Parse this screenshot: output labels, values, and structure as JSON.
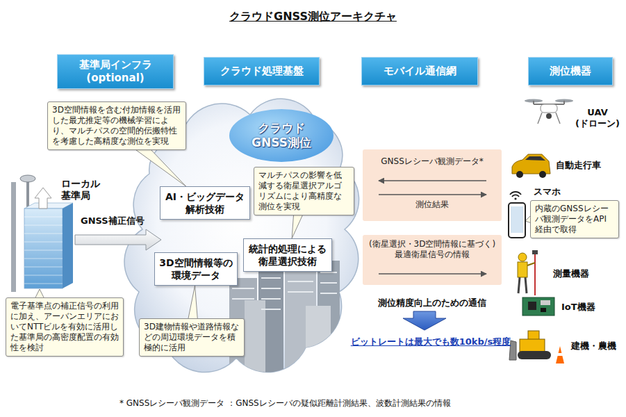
{
  "diagram": {
    "title": "クラウドGNSS測位アーキクチャ",
    "nodes": [
      {
        "text": [
          "基準局インフラ (optional)"
        ]
      },
      {
        "text": [
          "クラウド処理基盤"
        ]
      },
      {
        "text": [
          "モバイル通信網"
        ]
      },
      {
        "text": [
          "測位機器"
        ]
      },
      {
        "text": [
          "3D空間情報を含む付加情報を活用した最尤推定等の機械学習により、マルチパスの空間的伝搬特性を考慮した高精度な測位を実現"
        ]
      },
      {
        "text": [
          "クラウド GNSS測位"
        ]
      },
      {
        "text": [
          "AI・ビッグデータ解析技術"
        ],
        "in": 5
      },
      {
        "text": [
          "マルチパスの影響を低減する衛星選択アルゴリズムにより高精度な測位を実現"
        ],
        "in": 5
      },
      {
        "text": [
          "3D空間情報等の環境データ"
        ],
        "in": 5
      },
      {
        "text": [
          "統計的処理による衛星選択技術"
        ],
        "in": 5
      },
      {
        "text": [
          "GNSSレシーバ観測データ*",
          "測位結果"
        ]
      },
      {
        "text": [
          "(衛星選択・3D空間情報に基づく) 最適衛星信号の情報"
        ]
      },
      {
        "text": [
          "内蔵のGNSSレシーバ観測データをAPI経由で取得"
        ]
      },
      {
        "text": [
          "電子基準点の補正信号の利用に加え、アーバンエリアにおいてNTTビルを有効に活用した基準局の高密度配置の有効性を検討"
        ]
      },
      {
        "text": [
          "3D建物情報や道路情報などの周辺環境データを積極的に活用"
        ]
      }
    ],
    "edges": [
      {
        "from": 4,
        "to": 6,
        "arrow": "none"
      },
      {
        "from": 7,
        "to": 9,
        "arrow": "none"
      },
      {
        "from": 14,
        "to": 8,
        "arrow": "none"
      }
    ],
    "labels": [
      "ローカル基準局",
      "GNSS補正信号",
      "UAV (ドローン)",
      "自動走行車",
      "スマホ",
      "測量機器",
      "IoT機器",
      "測位精度向上のための通信",
      "ビットレートは最大でも数10kb/s程度",
      "建機・農機",
      "* GNSSレシーバ観測データ ：GNSSレシーバの疑似距離計測結果、波数計測結果の情報"
    ]
  }
}
